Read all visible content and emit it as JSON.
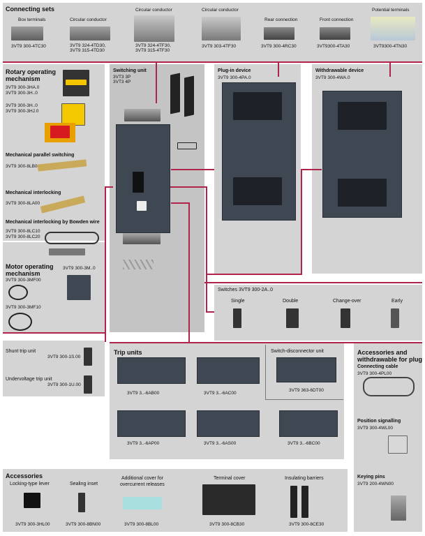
{
  "connecting_sets": {
    "title": "Connecting sets",
    "items": [
      {
        "name": "Box terminals",
        "code": "3VT9 300-4TC30"
      },
      {
        "name": "Circular conductor",
        "code1": "3VT9 324-4TD30,",
        "code2": "3VT9 315-4TD30"
      },
      {
        "name": "Circular conductor",
        "code1": "3VT9 324-4TF30,",
        "code2": "3VT9 315-4TF30"
      },
      {
        "name": "Circular conductor",
        "code": "3VT9 303-4TF30"
      },
      {
        "name": "Rear connection",
        "code": "3VT9 300-4RC30"
      },
      {
        "name": "Front connection",
        "code": "3VT9300-4TA30"
      },
      {
        "name": "Potential terminals",
        "code": "3VT9300-4TN30"
      }
    ]
  },
  "left": {
    "rotary_title1": "Rotary operating",
    "rotary_title2": "mechanism",
    "rotary_codes1": [
      "3VT9 300-3HA.0",
      "3VT9 300-3H..0"
    ],
    "rotary_codes2": [
      "3VT9 300-3H..0",
      "3VT9 300-3HJ.0"
    ],
    "parallel_title": "Mechanical parallel switching",
    "parallel_code": "3VT9 300-8LB00",
    "interlock_title": "Mechanical interlocking",
    "interlock_code": "3VT9 300-8LA00",
    "bowden_title": "Mechanical interlocking by Bowden wire",
    "bowden_codes": [
      "3VT9 300-8LC10",
      "3VT9 300-8LC20"
    ],
    "motor_title1": "Motor operating",
    "motor_title2": "mechanism",
    "motor_code_top": "3VT9 300-3M..0",
    "motor_code1": "3VT9 300-3MF00",
    "motor_code2": "3VT9 300-3MF10"
  },
  "switching_unit": {
    "title": "Switching unit",
    "line1": "3VT3 3P",
    "line2": "3VT3 4P"
  },
  "plugin_device": {
    "title": "Plug-in device",
    "code": "3VT9 300-4PA.0"
  },
  "withdrawable_device": {
    "title": "Withdrawable device",
    "code": "3VT9 300-4WA.0"
  },
  "switches": {
    "title": "Switches 3VT9 300-2A..0",
    "items": [
      "Single",
      "Double",
      "Change-over",
      "Early"
    ]
  },
  "shunt": {
    "title": "Shunt trip unit",
    "code": "3VT9 300-1S.00"
  },
  "undervoltage": {
    "title": "Undervoltage trip unit",
    "code": "3VT9 300-1U.00"
  },
  "trip_units": {
    "title": "Trip units",
    "codes": [
      "3VT9 3..-6AB00",
      "3VT9 3..-6AC00",
      "3VT9 3..-6AP00",
      "3VT9 3..-6AS00",
      "3VT9 3..-6BC00"
    ]
  },
  "disconnector": {
    "title": "Switch-disconnector unit",
    "code": "3VT9 363-6DT00"
  },
  "acc_plug": {
    "title1": "Accessories and",
    "title2": "withdrawable for plug",
    "cable_title": "Connecting cable",
    "cable_code": "3VT9 300-4PL00",
    "signal_title": "Position signalling",
    "signal_code": "3VT9 300-4WL00",
    "pins_title": "Keying pins",
    "pins_code": "3VT9 200-4WN00"
  },
  "accessories": {
    "title": "Accessories",
    "items": [
      {
        "name1": "Locking-type lever",
        "name2": "",
        "code": "3VT9 300-3HL00"
      },
      {
        "name1": "Sealing inset",
        "name2": "",
        "code": "3VT9 300-8BN00"
      },
      {
        "name1": "Additional cover for",
        "name2": "overcurrent releases",
        "code": "3VT9 300-8BL00"
      },
      {
        "name1": "Terminal cover",
        "name2": "",
        "code": "3VT9 300-8CB30"
      },
      {
        "name1": "Insulating barriers",
        "name2": "",
        "code": "3VT9 300-8CE30"
      }
    ]
  },
  "colors": {
    "line": "#b0234b",
    "panel": "#d4d4d4",
    "device": "#3f4753"
  }
}
